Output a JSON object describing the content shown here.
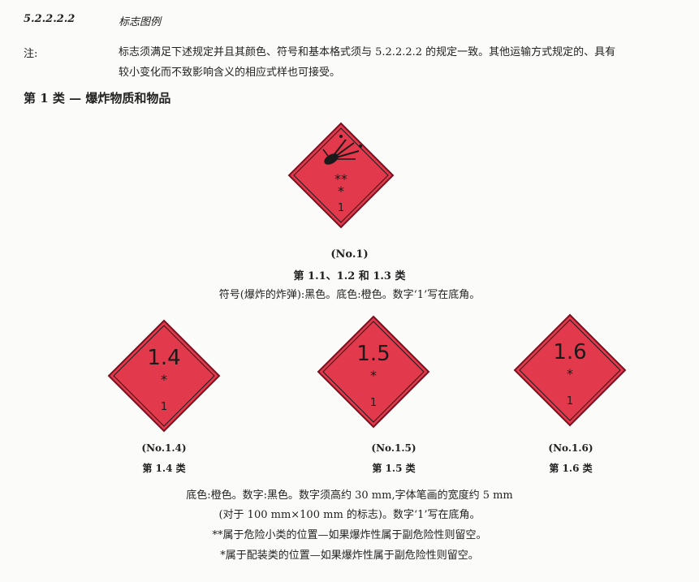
{
  "section": {
    "number": "5.2.2.2.2",
    "title": "标志图例"
  },
  "note": {
    "label": "注:",
    "line1": "标志须满足下述规定并且其颜色、符号和基本格式须与 5.2.2.2.2 的规定一致。其他运输方式规定的、具有",
    "line2": "较小变化而不致影响含义的相应式样也可接受。"
  },
  "class_heading": "第 1 类 — 爆炸物质和物品",
  "main_placard": {
    "stars_top": "**",
    "star_bottom": "*",
    "class_digit": "1",
    "caption_no": "(No.1)",
    "caption_divisions": "第 1.1、1.2 和 1.3 类",
    "caption_desc": "符号(爆炸的炸弹):黑色。底色:橙色。数字‘1’写在底角。"
  },
  "sub_placards": [
    {
      "division": "1.4",
      "star": "*",
      "class_digit": "1",
      "caption_no": "(No.1.4)",
      "caption_class": "第 1.4 类"
    },
    {
      "division": "1.5",
      "star": "*",
      "class_digit": "1",
      "caption_no": "(No.1.5)",
      "caption_class": "第 1.5 类"
    },
    {
      "division": "1.6",
      "star": "*",
      "class_digit": "1",
      "caption_no": "(No.1.6)",
      "caption_class": "第 1.6 类"
    }
  ],
  "footnotes": {
    "line1": "底色:橙色。数字:黑色。数字须高约 30 mm,字体笔画的宽度约 5 mm",
    "line2": "(对于 100 mm×100 mm 的标志)。数字‘1’写在底角。",
    "line3": "**属于危险小类的位置—如果爆炸性属于副危险性则留空。",
    "line4": "*属于配装类的位置—如果爆炸性属于副危险性则留空。"
  },
  "colors": {
    "placard_fill": "#e23a4c",
    "placard_border": "#7a1020",
    "ink": "#1a1a1a"
  }
}
